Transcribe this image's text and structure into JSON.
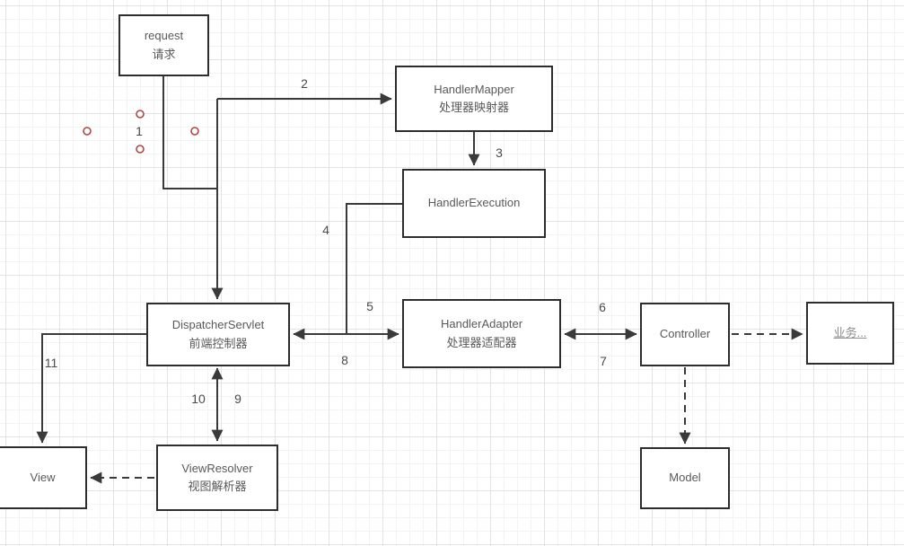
{
  "nodes": {
    "request": {
      "line1": "request",
      "line2": "请求"
    },
    "handler_mapper": {
      "line1": "HandlerMapper",
      "line2": "处理器映射器"
    },
    "handler_execution": {
      "line1": "HandlerExecution"
    },
    "dispatcher_servlet": {
      "line1": "DispatcherServlet",
      "line2": "前端控制器"
    },
    "handler_adapter": {
      "line1": "HandlerAdapter",
      "line2": "处理器适配器"
    },
    "controller": {
      "line1": "Controller"
    },
    "business": {
      "line1": "业务..."
    },
    "view": {
      "line1": "View"
    },
    "view_resolver": {
      "line1": "ViewResolver",
      "line2": "视图解析器"
    },
    "model": {
      "line1": "Model"
    }
  },
  "edge_labels": {
    "1": "1",
    "2": "2",
    "3": "3",
    "4": "4",
    "5": "5",
    "6": "6",
    "7": "7",
    "8": "8",
    "9": "9",
    "10": "10",
    "11": "11"
  },
  "colors": {
    "background": "#ffffff",
    "grid_minor": "#f3f3f3",
    "grid_major": "#e3e3e3",
    "box_border": "#2d2d2d",
    "box_text": "#595959",
    "muted_text": "#8c8c8c",
    "line": "#3a3a3a",
    "label_text": "#4a4a4a",
    "connection_point": "#b04642"
  }
}
